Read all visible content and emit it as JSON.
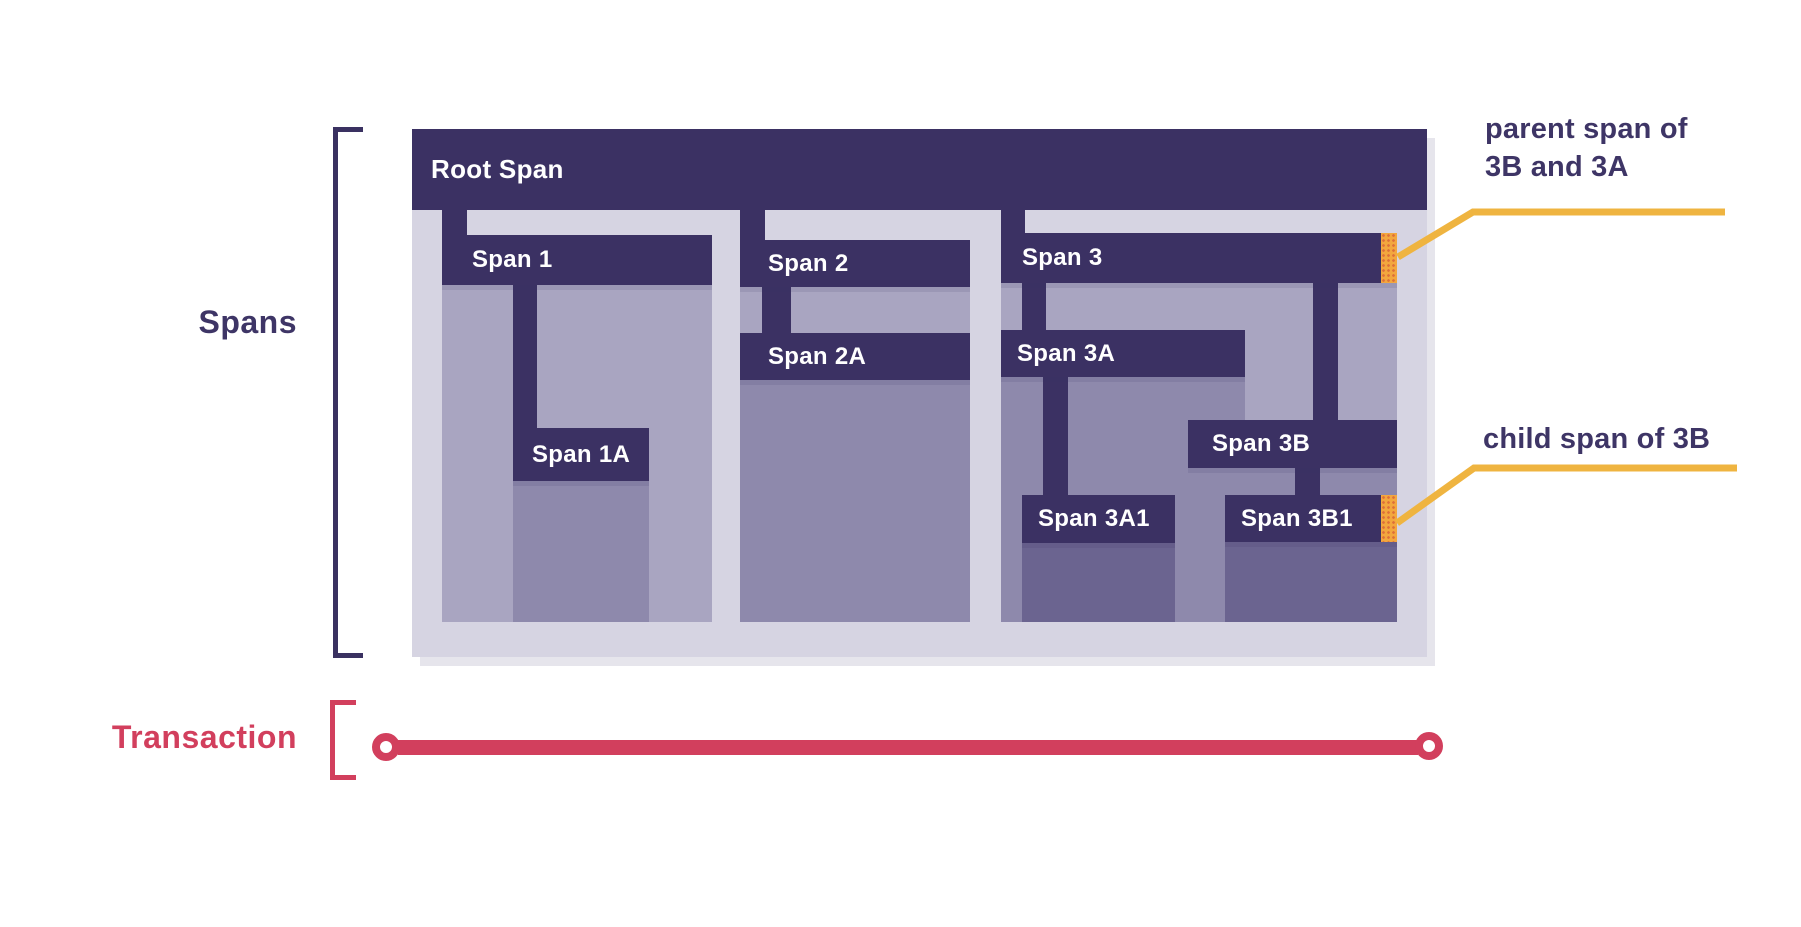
{
  "labels": {
    "spans": "Spans",
    "transaction": "Transaction"
  },
  "spans": {
    "root": "Root Span",
    "s1": "Span 1",
    "s1a": "Span 1A",
    "s2": "Span 2",
    "s2a": "Span 2A",
    "s3": "Span 3",
    "s3a": "Span 3A",
    "s3a1": "Span 3A1",
    "s3b": "Span 3B",
    "s3b1": "Span 3B1"
  },
  "span_tree": {
    "label": "Root Span",
    "children": [
      {
        "label": "Span 1",
        "children": [
          {
            "label": "Span 1A",
            "children": []
          }
        ]
      },
      {
        "label": "Span 2",
        "children": [
          {
            "label": "Span 2A",
            "children": []
          }
        ]
      },
      {
        "label": "Span 3",
        "children": [
          {
            "label": "Span 3A",
            "children": [
              {
                "label": "Span 3A1",
                "children": []
              }
            ]
          },
          {
            "label": "Span 3B",
            "children": [
              {
                "label": "Span 3B1",
                "children": []
              }
            ]
          }
        ]
      }
    ]
  },
  "annotations": {
    "parent": {
      "text": "parent span of\n3B and 3A",
      "points_to": "Span 3 end marker"
    },
    "child": {
      "text": "child span of 3B",
      "points_to": "Span 3B1 end marker"
    }
  },
  "colors": {
    "span_bar": "#3B3163",
    "root_region": "#D6D4E2",
    "depth1_region": "#A9A5C1",
    "depth2_region": "#8E89AC",
    "depth3_region": "#6B6490",
    "highlight_marker": "#F3A73E",
    "annotation_line": "#EFB440",
    "annotation_text": "#3E3566",
    "transaction": "#D23F5D",
    "bar_text": "#FFFFFF"
  }
}
